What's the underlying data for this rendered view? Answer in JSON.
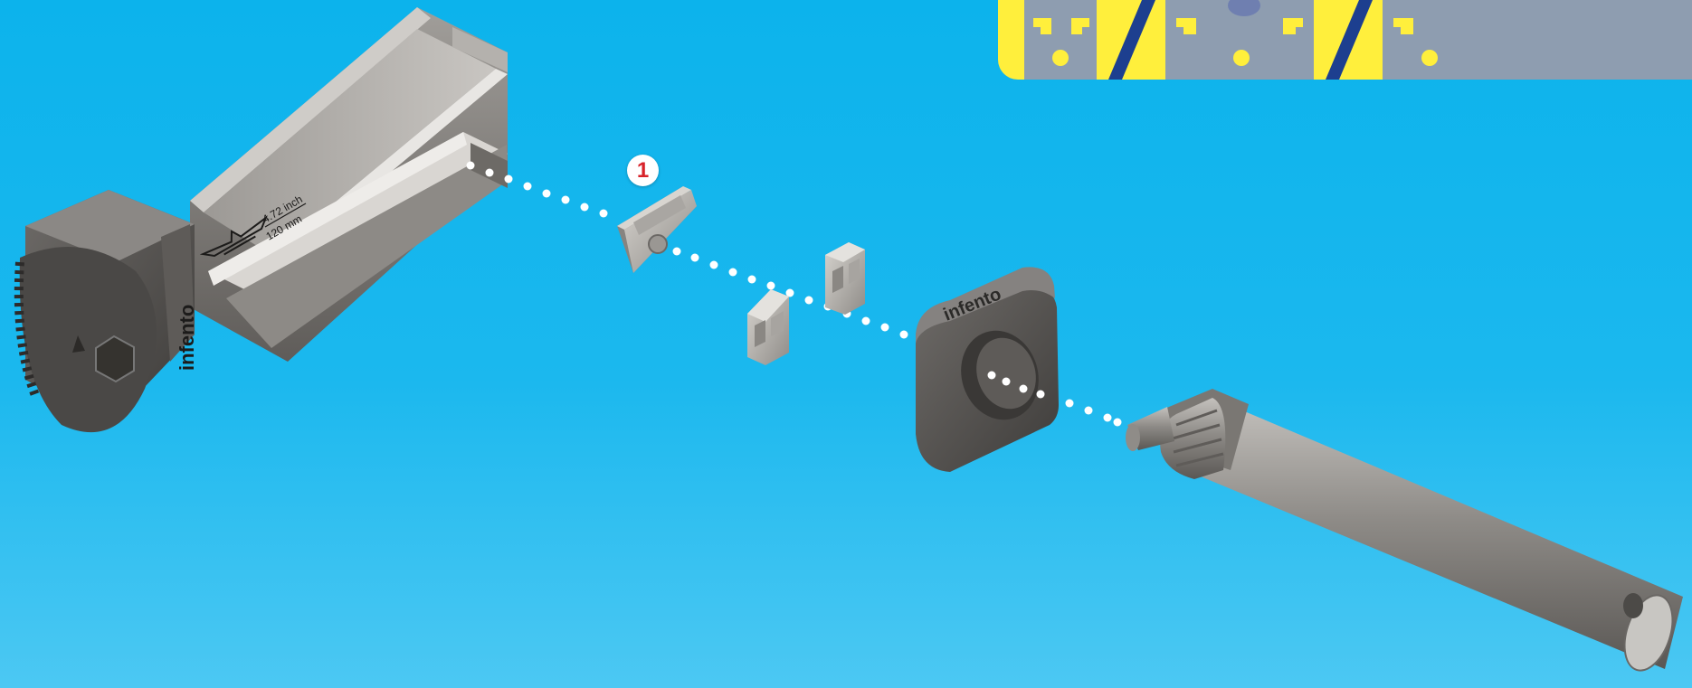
{
  "step": {
    "number": "1"
  },
  "profile_engraving": {
    "brand": "infento",
    "length_inch": "4.72 inch",
    "length_mm": "120 mm"
  },
  "hub_engraving": {
    "brand": "infento"
  },
  "colors": {
    "background_top": "#0cb3ec",
    "background_bottom": "#4cc8f3",
    "banner_yellow": "#ffef3c",
    "part_metal": "#6f6c69",
    "badge_text": "#d8232a"
  },
  "icons": {
    "logo": "infento-wing-logo-icon",
    "hex_socket": "hex-socket-icon"
  }
}
